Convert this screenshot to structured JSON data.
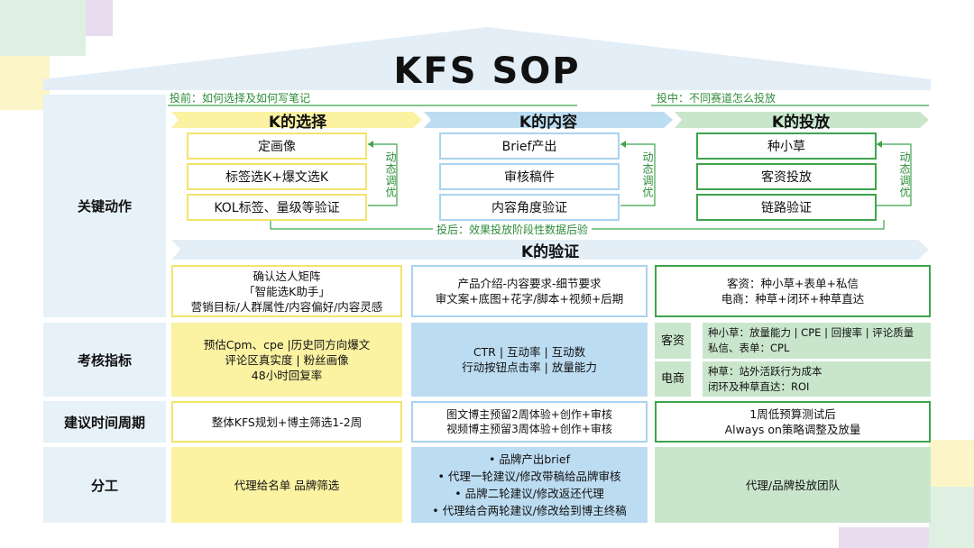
{
  "title": "KFS SOP",
  "notes": {
    "before": "投前：如何选择及如何写笔记",
    "during": "投中：不同赛道怎么投放",
    "after": "投后：效果投放阶段性数据后验"
  },
  "phases": [
    {
      "label": "K的选择",
      "steps": [
        "定画像",
        "标签选K+爆文选K",
        "KOL标签、量级等验证"
      ],
      "loop": "动态调优"
    },
    {
      "label": "K的内容",
      "steps": [
        "Brief产出",
        "审核稿件",
        "内容角度验证"
      ],
      "loop": "动态调优"
    },
    {
      "label": "K的投放",
      "steps": [
        "种小草",
        "客资投放",
        "链路验证"
      ],
      "loop": "动态调优"
    }
  ],
  "verify_label": "K的验证",
  "row_labels": {
    "key_actions": "关键动作",
    "metrics": "考核指标",
    "cycle": "建议时间周期",
    "roles": "分工"
  },
  "verify": {
    "col1": [
      "确认达人矩阵",
      "「智能选K助手」",
      "营销目标/人群属性/内容偏好/内容灵感"
    ],
    "col2": [
      "产品介绍-内容要求-细节要求",
      "审文案+底图+花字/脚本+视频+后期"
    ],
    "col3": [
      "客资：种小草+表单+私信",
      "电商：种草+闭环+种草直达"
    ]
  },
  "metrics": {
    "col1": [
      "预估Cpm、cpe  |历史同方向爆文",
      "评论区真实度 | 粉丝画像",
      "48小时回复率"
    ],
    "col2": [
      "CTR | 互动率 | 互动数",
      "行动按钮点击率 | 放量能力"
    ],
    "col3": [
      {
        "tag": "客资",
        "lines": [
          "种小草：放量能力 | CPE | 回搜率 | 评论质量",
          "私信、表单：CPL"
        ]
      },
      {
        "tag": "电商",
        "lines": [
          "种草：站外活跃行为成本",
          "闭环及种草直达：ROI"
        ]
      }
    ]
  },
  "cycle": {
    "col1": [
      "整体KFS规划+博主筛选1-2周"
    ],
    "col2": [
      "图文博主预留2周体验+创作+审核",
      "视频博主预留3周体验+创作+审核"
    ],
    "col3": [
      "1周低预算测试后",
      "Always on策略调整及放量"
    ]
  },
  "roles": {
    "col1": [
      "代理给名单 品牌筛选"
    ],
    "col2": [
      "•  品牌产出brief",
      "•  代理一轮建议/修改带稿给品牌审核",
      "•  品牌二轮建议/修改返还代理",
      "•  代理结合两轮建议/修改给到博主终稿"
    ],
    "col3": [
      "代理/品牌投放团队"
    ]
  }
}
